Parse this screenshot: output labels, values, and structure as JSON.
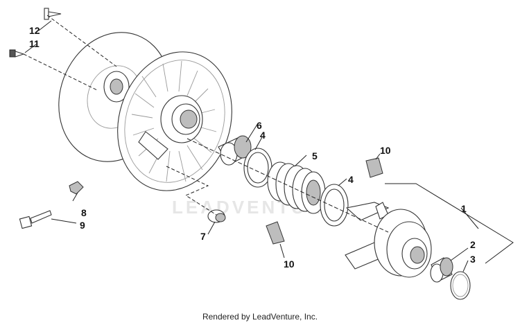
{
  "diagram": {
    "callouts": [
      "12",
      "11",
      "6",
      "4",
      "5",
      "10",
      "4",
      "1",
      "8",
      "9",
      "7",
      "10",
      "2",
      "3"
    ],
    "watermark_text": "LEADVENTURE",
    "credit": "Rendered by LeadVenture, Inc."
  }
}
